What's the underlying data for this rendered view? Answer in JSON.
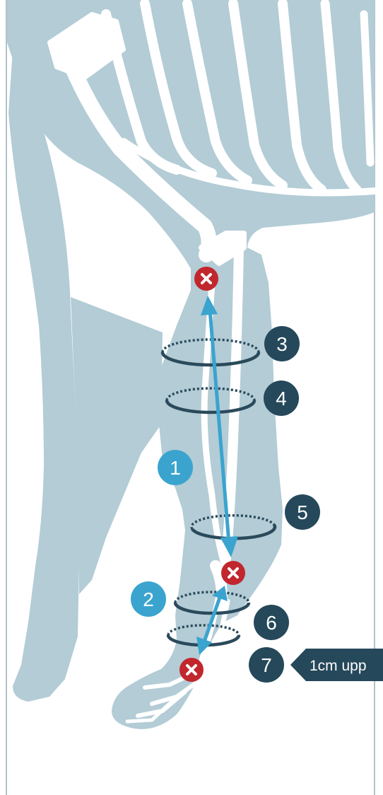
{
  "colors": {
    "silhouette": "#b3ccd6",
    "bone": "#ffffff",
    "ring": "#2a4a5b",
    "dark_badge": "#25485a",
    "light_badge": "#3aa4cf",
    "arrow": "#3aa4cf",
    "marker": "#c1272d",
    "frame": "#9aaeb6"
  },
  "length_measurements": [
    {
      "label": "1",
      "icon": "double-arrow"
    },
    {
      "label": "2",
      "icon": "double-arrow"
    }
  ],
  "circumference_measurements": [
    {
      "label": "3",
      "icon": "ring"
    },
    {
      "label": "4",
      "icon": "ring"
    },
    {
      "label": "5",
      "icon": "ring"
    },
    {
      "label": "6",
      "icon": "ring"
    },
    {
      "label": "7",
      "icon": "ring"
    }
  ],
  "landmarks": [
    {
      "icon": "x-marker"
    },
    {
      "icon": "x-marker"
    },
    {
      "icon": "x-marker"
    }
  ],
  "callout": {
    "text": "1cm upp"
  }
}
